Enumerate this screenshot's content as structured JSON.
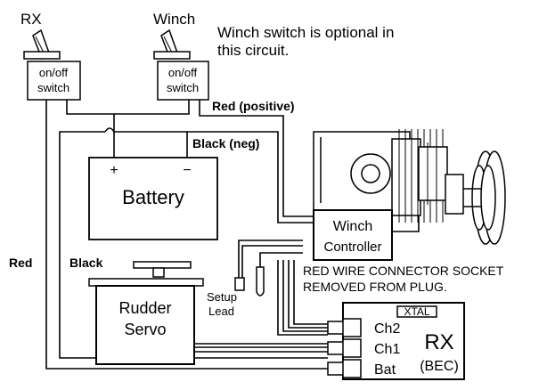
{
  "switches": {
    "rx": {
      "title": "RX",
      "line1": "on/off",
      "line2": "switch"
    },
    "winch": {
      "title": "Winch",
      "line1": "on/off",
      "line2": "switch"
    }
  },
  "note": {
    "line1": "Winch switch is optional in",
    "line2": "this circuit."
  },
  "wires": {
    "red_positive": "Red (positive)",
    "black_neg": "Black (neg)",
    "red": "Red",
    "black": "Black"
  },
  "battery": {
    "label": "Battery",
    "plus": "+",
    "minus": "−"
  },
  "winch_controller": {
    "line1": "Winch",
    "line2": "Controller"
  },
  "setup_lead": {
    "line1": "Setup",
    "line2": "Lead"
  },
  "socket_note": {
    "line1": "RED WIRE CONNECTOR SOCKET",
    "line2": "REMOVED FROM PLUG."
  },
  "servo": {
    "line1": "Rudder",
    "line2": "Servo"
  },
  "receiver": {
    "xtal": "XTAL",
    "title": "RX",
    "subtitle": "(BEC)",
    "channels": [
      "Ch2",
      "Ch1",
      "Bat"
    ]
  }
}
